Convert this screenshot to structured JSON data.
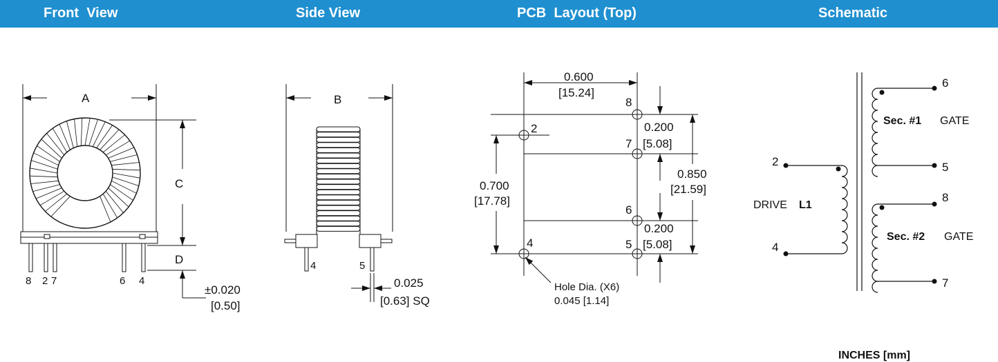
{
  "headers": {
    "front_view": "Front  View",
    "side_view": "Side View",
    "pcb_layout": "PCB  Layout (Top)",
    "schematic": "Schematic"
  },
  "front": {
    "dim_a": "A",
    "dim_c": "C",
    "dim_d": "D",
    "pins": [
      "8",
      "2",
      "7",
      "6",
      "4"
    ],
    "tolerance": "±0.020",
    "tolerance_mm": "[0.50]"
  },
  "side": {
    "dim_b": "B",
    "pins": [
      "4",
      "5"
    ],
    "lead": "0.025",
    "lead_mm": "[0.63] SQ"
  },
  "pcb": {
    "width": "0.600",
    "width_mm": "[15.24]",
    "pitch_top": "0.200",
    "pitch_top_mm": "[5.08]",
    "span": "0.850",
    "span_mm": "[21.59]",
    "pitch_bottom": "0.200",
    "pitch_bottom_mm": "[5.08]",
    "left_span": "0.700",
    "left_span_mm": "[17.78]",
    "hole_label": "Hole Dia. (X6)",
    "hole_value": "0.045 [1.14]",
    "holes": [
      "8",
      "2",
      "7",
      "6",
      "4",
      "5"
    ]
  },
  "schematic": {
    "sec1": "Sec. #1",
    "sec1_gate": "GATE",
    "sec2": "Sec. #2",
    "sec2_gate": "GATE",
    "drive": "DRIVE",
    "l1": "L1",
    "pins": [
      "6",
      "5",
      "2",
      "4",
      "8",
      "7"
    ]
  },
  "units": "INCHES [mm]"
}
